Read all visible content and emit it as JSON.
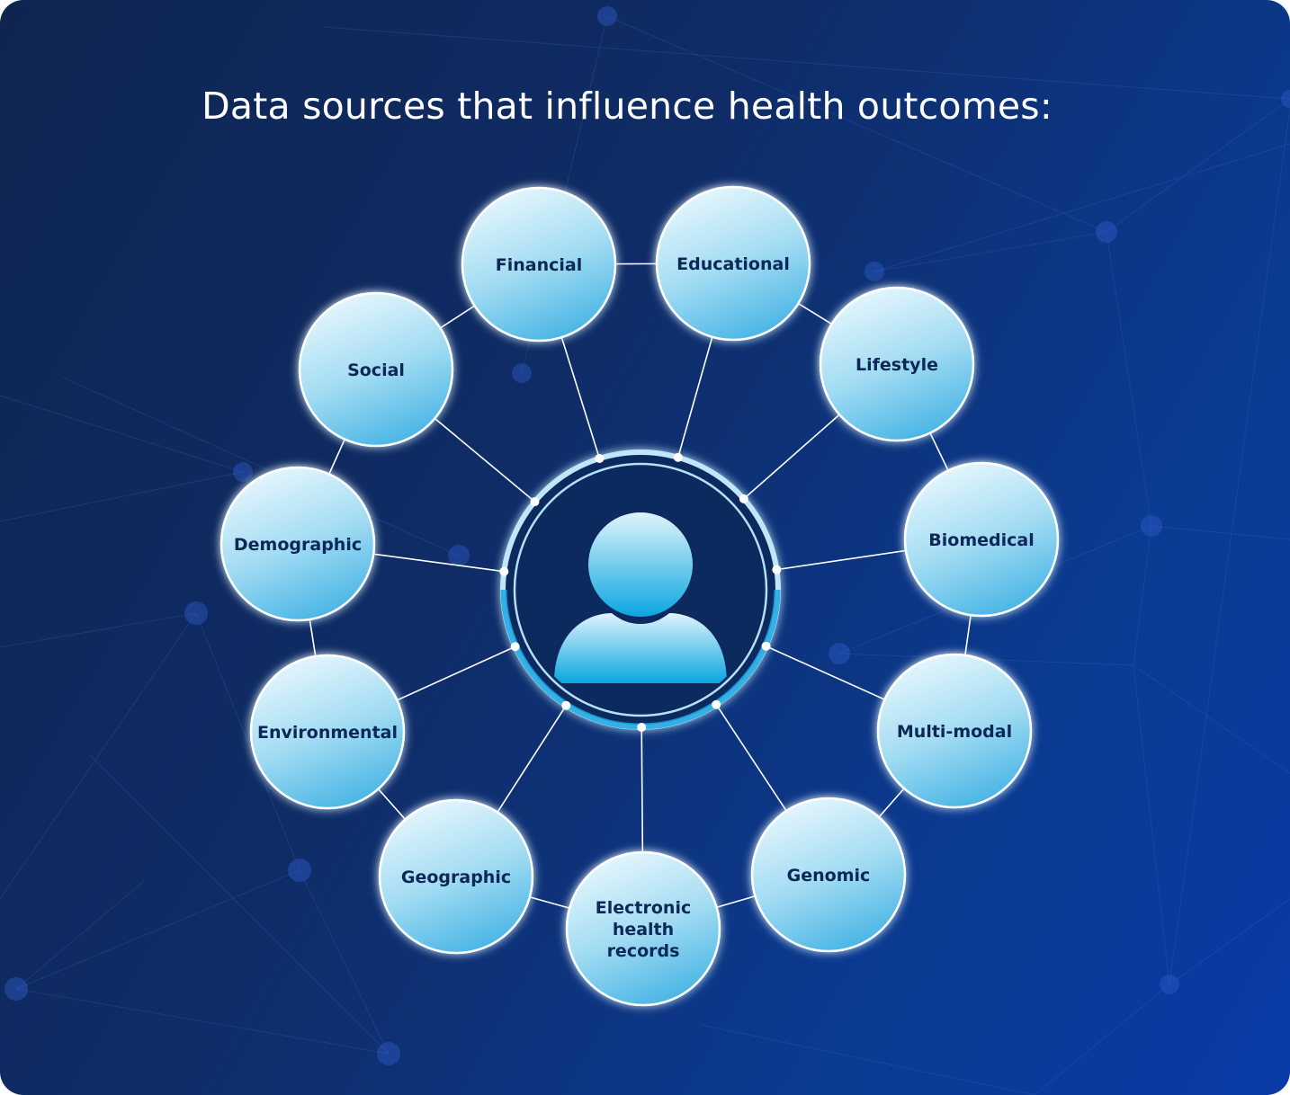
{
  "title": "Data sources that influence health outcomes:",
  "center": {
    "icon": "person-icon"
  },
  "nodes": [
    {
      "id": "financial",
      "lines": [
        "Financial"
      ]
    },
    {
      "id": "educational",
      "lines": [
        "Educational"
      ]
    },
    {
      "id": "lifestyle",
      "lines": [
        "Lifestyle"
      ]
    },
    {
      "id": "biomedical",
      "lines": [
        "Biomedical"
      ]
    },
    {
      "id": "multi-modal",
      "lines": [
        "Multi-modal"
      ]
    },
    {
      "id": "genomic",
      "lines": [
        "Genomic"
      ]
    },
    {
      "id": "electronic-health-records",
      "lines": [
        "Electronic",
        "health",
        "records"
      ]
    },
    {
      "id": "geographic",
      "lines": [
        "Geographic"
      ]
    },
    {
      "id": "environmental",
      "lines": [
        "Environmental"
      ]
    },
    {
      "id": "demographic",
      "lines": [
        "Demographic"
      ]
    },
    {
      "id": "social",
      "lines": [
        "Social"
      ]
    }
  ],
  "colors": {
    "background_dark": "#0f2550",
    "background_light": "#0a3aa6",
    "node_fill_top": "#e4f6fd",
    "node_fill_bottom": "#4ab6e6",
    "label": "#0d2857",
    "ring": "#b9e4f8",
    "center_fill": "#0f2a5e"
  }
}
